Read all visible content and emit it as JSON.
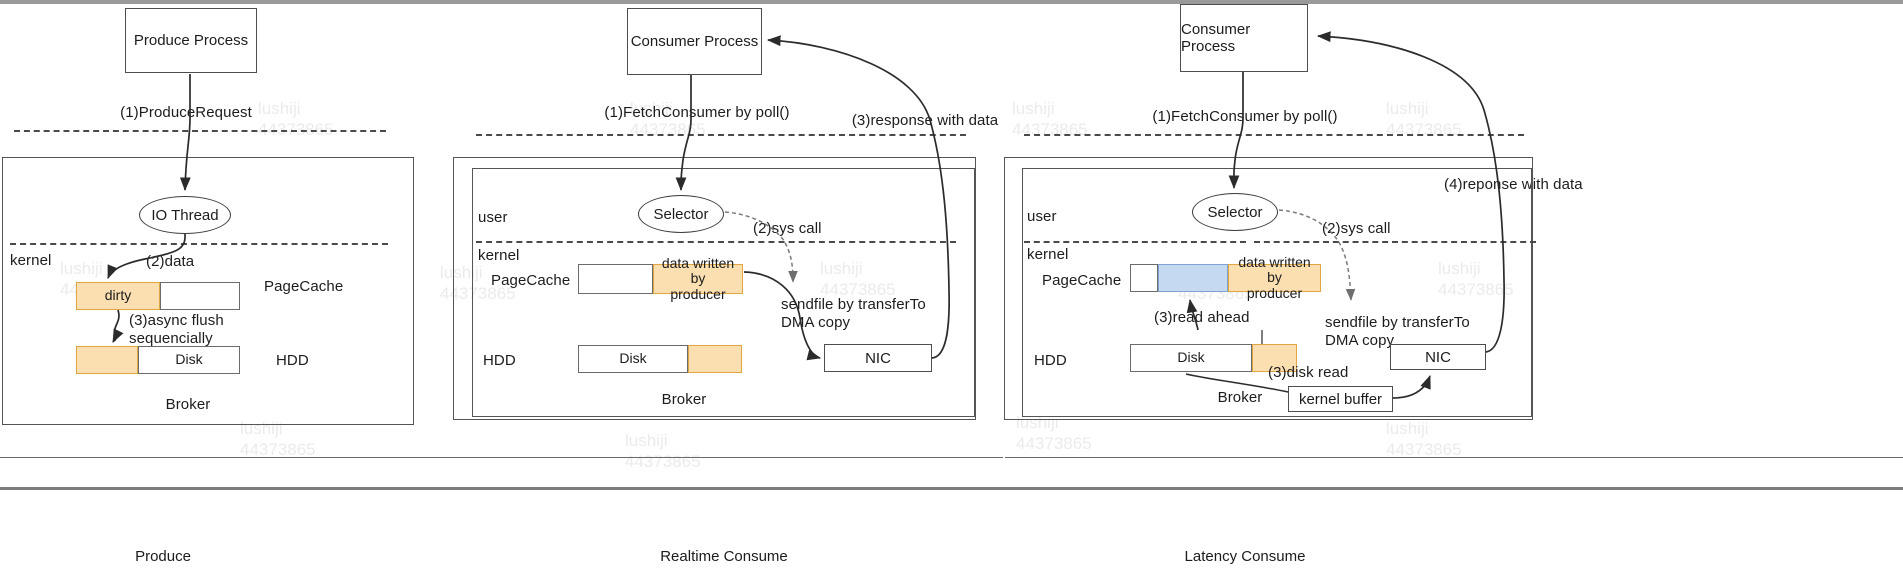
{
  "diagram": {
    "title": "Kafka Produce / Consume IO paths",
    "watermark": "lushiji\n44373865",
    "colors": {
      "orange_fill": "#fbdfb1",
      "orange_border": "#e0a640",
      "blue_fill": "#c5d9f1",
      "blue_border": "#7ea3d1",
      "line": "#3c3c3c",
      "panel_border": "#555555"
    }
  },
  "panels": [
    {
      "id": "produce",
      "caption": "Produce",
      "process_box": "Produce Process",
      "request_label": "(1)ProduceRequest",
      "thread_oval": "IO Thread",
      "zone_kernel": "kernel",
      "data_label": "(2)data",
      "pagecache_label": "PageCache",
      "pagecache_segments": [
        {
          "label": "dirty",
          "fill": "orange"
        },
        {
          "label": "",
          "fill": "plain"
        }
      ],
      "flush_label": "(3)async flush\nsequencially",
      "hdd_label": "HDD",
      "disk_segments": [
        {
          "label": "",
          "fill": "orange"
        },
        {
          "label": "Disk",
          "fill": "plain"
        }
      ],
      "broker_label": "Broker"
    },
    {
      "id": "realtime-consume",
      "caption": "Realtime Consume",
      "process_box": "Consumer Process",
      "request_label": "(1)FetchConsumer by poll()",
      "response_label": "(3)response with data",
      "zone_user": "user",
      "zone_kernel": "kernel",
      "selector_oval": "Selector",
      "syscall_label": "(2)sys call",
      "pagecache_label": "PageCache",
      "pagecache_segments": [
        {
          "label": "",
          "fill": "plain"
        },
        {
          "label": "data written by\nproducer",
          "fill": "orange"
        }
      ],
      "hdd_label": "HDD",
      "disk_segments": [
        {
          "label": "Disk",
          "fill": "plain"
        },
        {
          "label": "",
          "fill": "orange"
        }
      ],
      "sendfile_label": "sendfile by transferTo\nDMA copy",
      "nic_box": "NIC",
      "broker_label": "Broker"
    },
    {
      "id": "latency-consume",
      "caption": "Latency Consume",
      "process_box": "Consumer Process",
      "request_label": "(1)FetchConsumer by poll()",
      "response_label": "(4)reponse with data",
      "zone_user": "user",
      "zone_kernel": "kernel",
      "selector_oval": "Selector",
      "syscall_label": "(2)sys call",
      "pagecache_label": "PageCache",
      "pagecache_segments": [
        {
          "label": "",
          "fill": "plain"
        },
        {
          "label": "",
          "fill": "blue"
        },
        {
          "label": "data written by\nproducer",
          "fill": "orange"
        }
      ],
      "readahead_label": "(3)read ahead",
      "hdd_label": "HDD",
      "disk_segments": [
        {
          "label": "Disk",
          "fill": "plain"
        },
        {
          "label": "",
          "fill": "orange"
        }
      ],
      "diskread_label": "(3)disk read",
      "kernel_buffer_box": "kernel buffer",
      "sendfile_label": "sendfile by transferTo\nDMA copy",
      "nic_box": "NIC",
      "broker_label": "Broker"
    }
  ]
}
